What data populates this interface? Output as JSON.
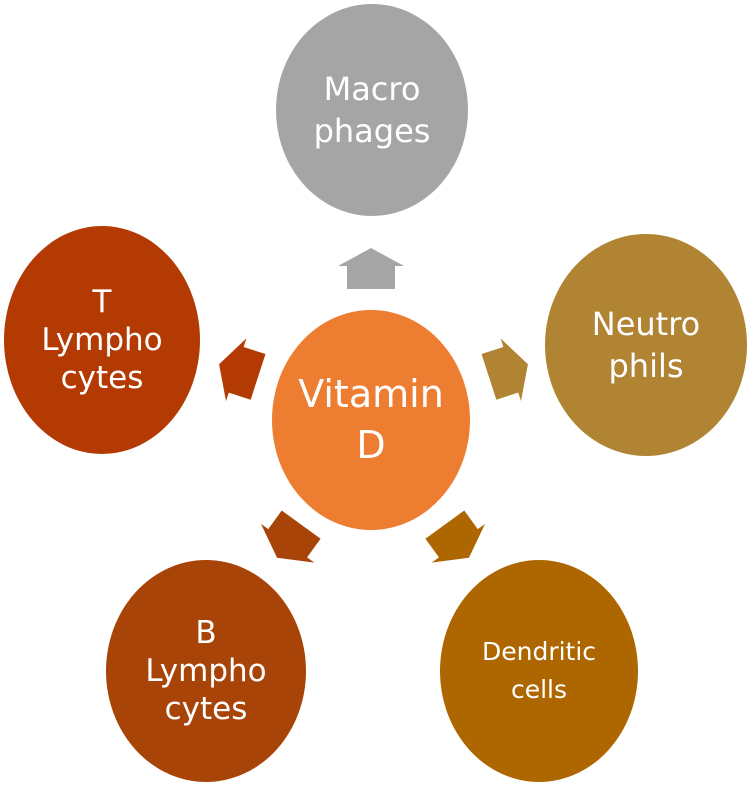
{
  "center": {
    "lines": [
      "Vitamin",
      "D"
    ],
    "color": "#ED7D31"
  },
  "nodes": {
    "macrophages": {
      "lines": [
        "Macro",
        "phages"
      ],
      "color": "#A5A5A5"
    },
    "neutrophils": {
      "lines": [
        "Neutro",
        "phils"
      ],
      "color": "#B08433"
    },
    "dendritic_cells": {
      "lines": [
        "Dendritic",
        "cells"
      ],
      "color": "#AE6700"
    },
    "b_lymphocytes": {
      "lines": [
        "B",
        "Lympho",
        "cytes"
      ],
      "color": "#A94408"
    },
    "t_lymphocytes": {
      "lines": [
        "T",
        "Lympho",
        "cytes"
      ],
      "color": "#B43A04"
    }
  }
}
